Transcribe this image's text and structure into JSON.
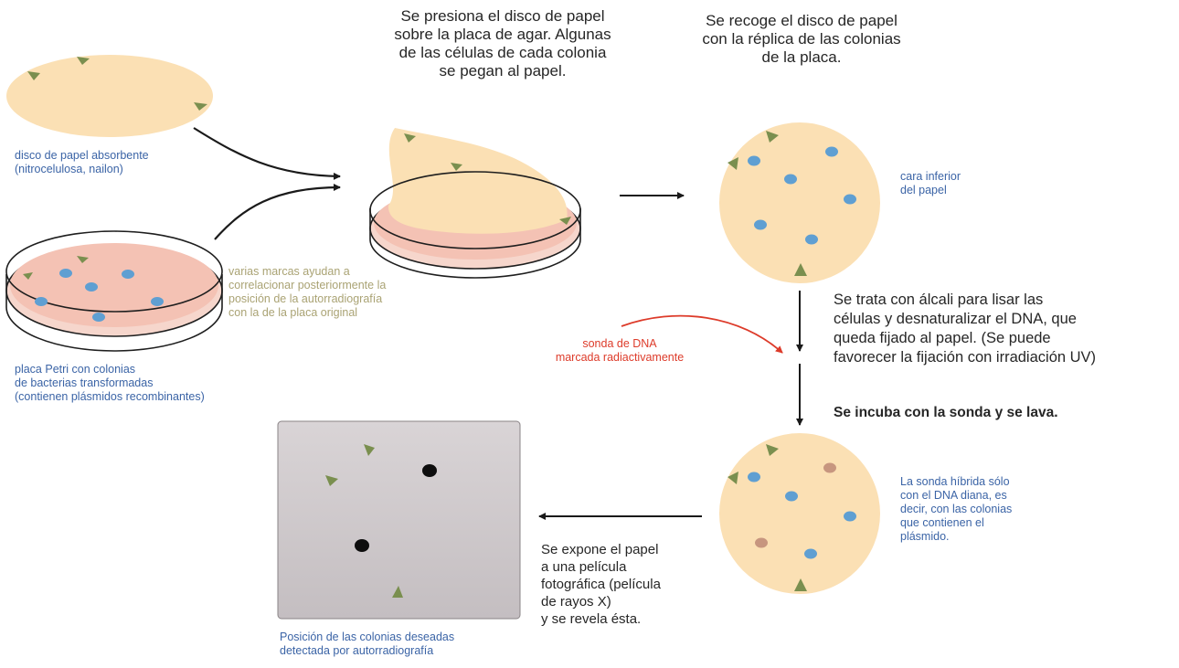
{
  "captions": {
    "press_paper": "Se presiona el disco de papel\nsobre la placa de agar. Algunas\nde las células de cada colonia\nse pegan al papel.",
    "collect_paper": "Se recoge el disco de papel\ncon la réplica de las colonias\nde la placa.",
    "absorbent_disc": "disco de papel absorbente\n(nitrocelulosa, nailon)",
    "marks_note": "varias marcas ayudan a\ncorrelacionar posteriormente la\nposición de la autorradiografía\ncon la de la placa original",
    "petri_dish": "placa Petri con colonias\nde bacterias transformadas\n(contienen plásmidos recombinantes)",
    "paper_underside": "cara inferior\ndel papel",
    "alkali_treatment": "Se trata con álcali para lisar las\ncélulas y desnaturalizar el DNA, que\nqueda fijado al papel. (Se puede\nfavorecer la fijación con irradiación UV)",
    "dna_probe": "sonda de DNA\nmarcada radiactivamente",
    "incubate_probe": "Se incuba con la sonda y se lava.",
    "probe_hybridizes": "La sonda híbrida sólo\ncon el DNA diana, es\ndecir, con las colonias\nque contienen el\nplásmido.",
    "expose_paper": "Se expone el papel\na una película\nfotográfica (película\nde rayos X)\ny se revela ésta.",
    "autoradiography_position": "Posición de las colonias deseadas\ndetectada por autorradiografía"
  },
  "colors": {
    "paper": "#fbe0b4",
    "agar": "#f4c2b4",
    "colony": "#5f9fd2",
    "hybrid_colony": "#c7967f",
    "marker": "#7a8f4f",
    "film": "#cfc9cb",
    "caption_dark": "#262626",
    "caption_blue": "#3b64a6",
    "caption_olive": "#aaa374",
    "caption_red": "#dd3b2a",
    "probe_arrow": "#dd3b2a"
  }
}
